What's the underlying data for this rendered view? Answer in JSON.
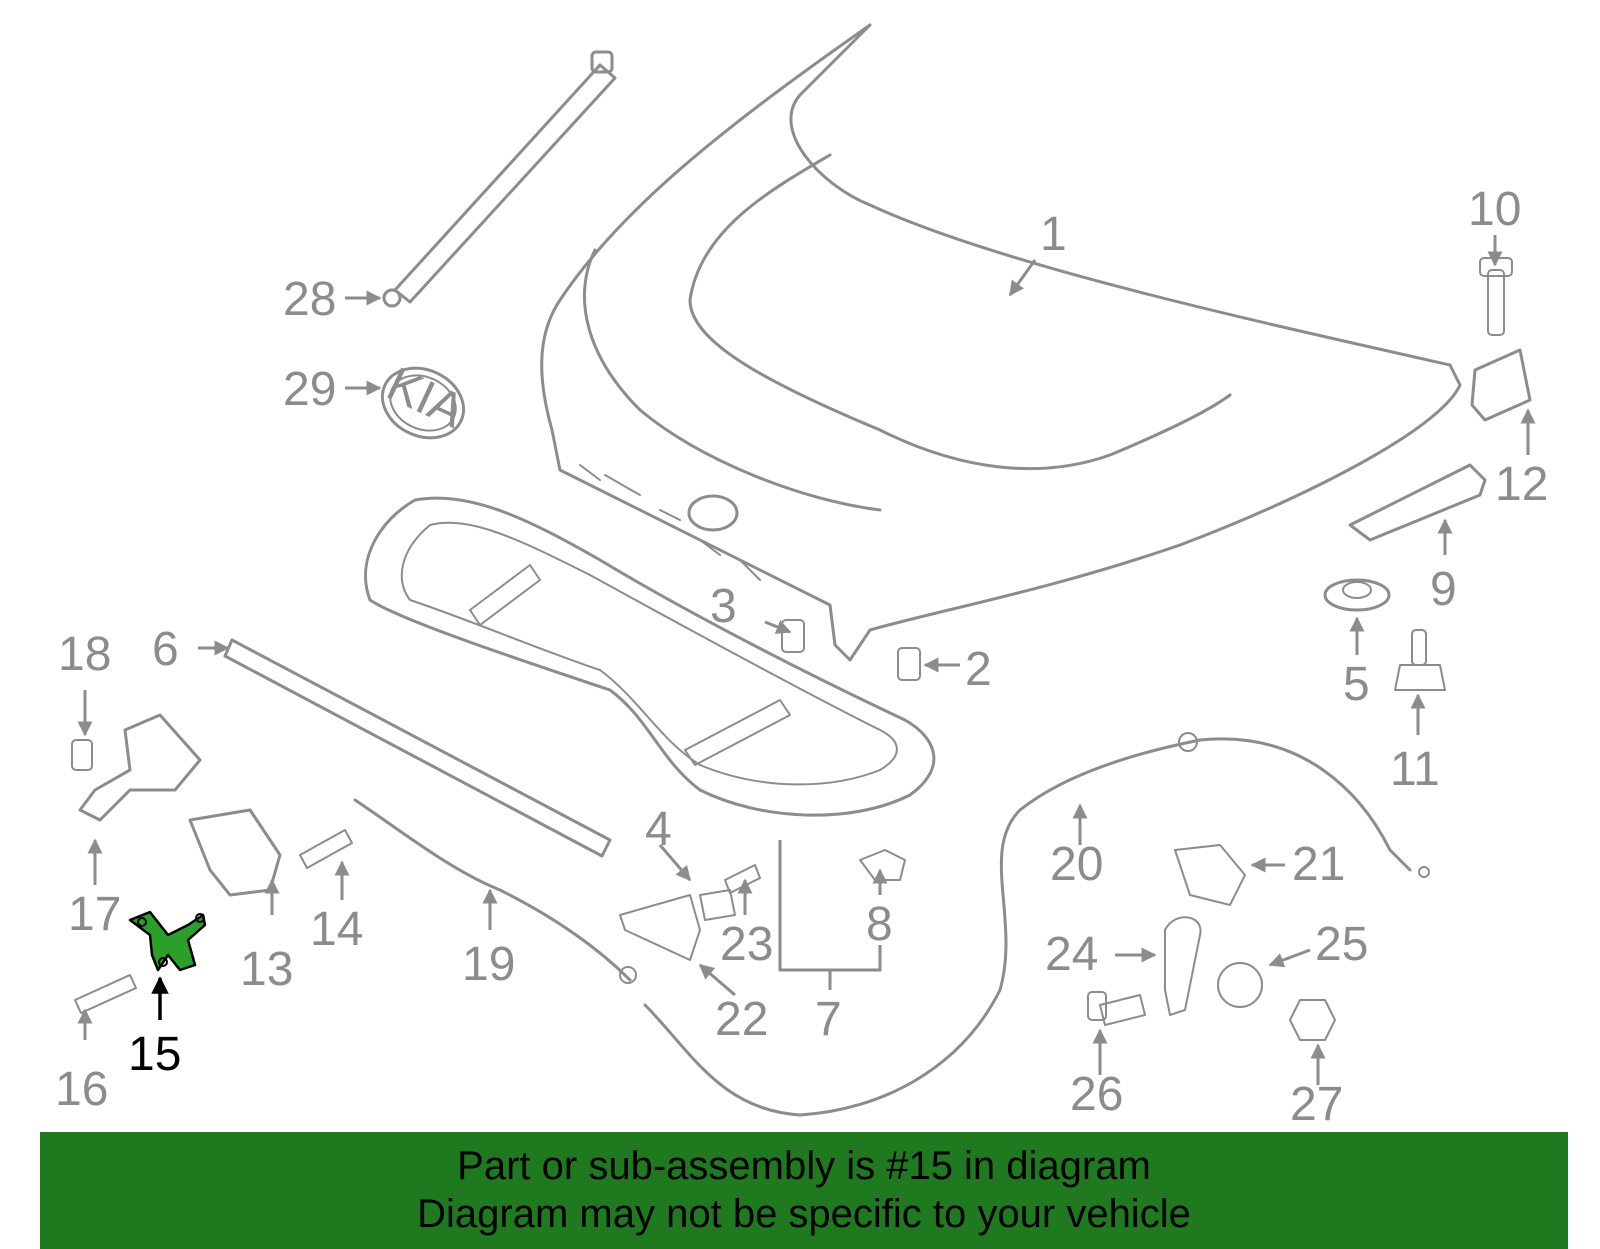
{
  "diagram": {
    "logo_text": "KIA",
    "highlight_color": "#2aa02a",
    "part_color": "#8c8c8c",
    "callouts": {
      "c1": "1",
      "c2": "2",
      "c3": "3",
      "c4": "4",
      "c5": "5",
      "c6": "6",
      "c7": "7",
      "c8": "8",
      "c9": "9",
      "c10": "10",
      "c11": "11",
      "c12": "12",
      "c13": "13",
      "c14": "14",
      "c15": "15",
      "c16": "16",
      "c17": "17",
      "c18": "18",
      "c19": "19",
      "c20": "20",
      "c21": "21",
      "c22": "22",
      "c23": "23",
      "c24": "24",
      "c25": "25",
      "c26": "26",
      "c27": "27",
      "c28": "28",
      "c29": "29"
    },
    "highlighted_part": "15"
  },
  "banner": {
    "line1": "Part or sub-assembly is #15 in diagram",
    "line2": "Diagram may not be specific to your vehicle",
    "background": "#1f7a1f"
  }
}
